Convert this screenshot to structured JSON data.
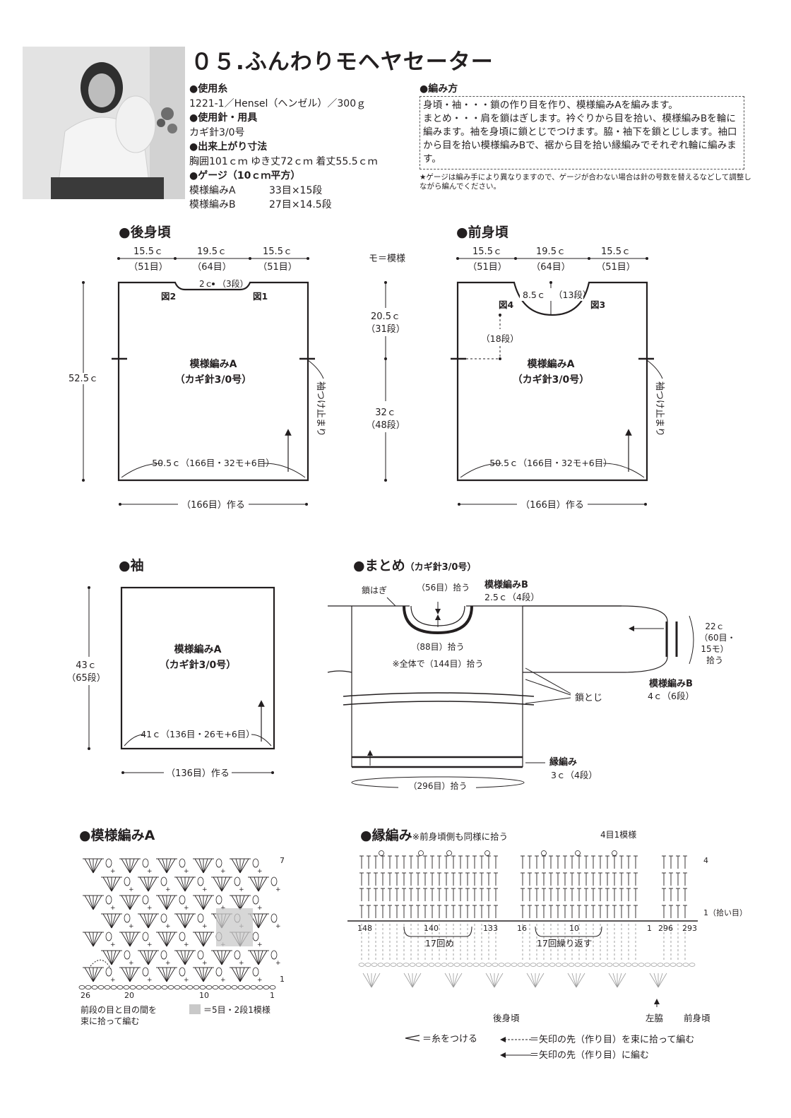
{
  "title": "０５.ふんわりモヘヤセーター",
  "photo": {
    "description": "model-photo"
  },
  "materials": {
    "yarn_heading": "●使用糸",
    "yarn": "1221-1／Hensel（ヘンゼル）／300ｇ",
    "tools_heading": "●使用針・用具",
    "tools": "カギ針3/0号",
    "size_heading": "●出来上がり寸法",
    "size": "胸囲101ｃｍ ゆき丈72ｃｍ 着丈55.5ｃｍ",
    "gauge_heading": "●ゲージ（10ｃｍ平方）",
    "gauge_a_label": "模様編みA",
    "gauge_a_value": "33目×15段",
    "gauge_b_label": "模様編みB",
    "gauge_b_value": "27目×14.5段"
  },
  "method": {
    "heading": "●編み方",
    "line1": "身頃・袖・・・鎖の作り目を作り、模様編みAを編みます。",
    "line2": "まとめ・・・肩を鎖はぎします。衿ぐりから目を拾い、模様編みBを輪に編みます。袖を身頃に鎖とじでつけます。脇・袖下を鎖とじします。袖口から目を拾い模様編みBで、裾から目を拾い縁編みでそれぞれ輪に編みます。",
    "note": "★ゲージは編み手により異なりますので、ゲージが合わない場合は針の号数を替えるなどして調整しながら編んでください。"
  },
  "back": {
    "heading": "●後身頃",
    "w1": "15.5ｃ",
    "w1s": "（51目）",
    "w2": "19.5ｃ",
    "w2s": "（64目）",
    "w3": "15.5ｃ",
    "w3s": "（51目）",
    "neck": "2ｃ",
    "neck_rows": "（3段）",
    "fig_left": "図2",
    "fig_right": "図1",
    "height": "52.5ｃ",
    "pattern": "模様編みA",
    "hook": "（カギ針3/0号）",
    "bottom": "50.5ｃ（166目・32モ+6目）",
    "cast": "（166目）作る",
    "sleeve_stop": "袖つけ止まり"
  },
  "middle": {
    "legend": "モ＝模様",
    "h1": "20.5ｃ",
    "h1s": "（31段）",
    "h2": "32ｃ",
    "h2s": "（48段）"
  },
  "front": {
    "heading": "●前身頃",
    "w1": "15.5ｃ",
    "w1s": "（51目）",
    "w2": "19.5ｃ",
    "w2s": "（64目）",
    "w3": "15.5ｃ",
    "w3s": "（51目）",
    "neck": "8.5ｃ",
    "neck_rows": "（13段）",
    "fig_left": "図4",
    "fig_right": "図3",
    "side_rows": "（18段）",
    "pattern": "模様編みA",
    "hook": "（カギ針3/0号）",
    "bottom": "50.5ｃ（166目・32モ+6目）",
    "cast": "（166目）作る",
    "sleeve_stop": "袖つけ止まり"
  },
  "sleeve": {
    "heading": "●袖",
    "height": "43ｃ",
    "height_rows": "（65段）",
    "pattern": "模様編みA",
    "hook": "（カギ針3/0号）",
    "bottom": "41ｃ（136目・26モ+6目）",
    "cast": "（136目）作る"
  },
  "assembly": {
    "heading": "●まとめ",
    "hook": "（カギ針3/0号）",
    "chain_join": "鎖はぎ",
    "pick56": "（56目）拾う",
    "pattern_b": "模様編みB",
    "neck_b": "2.5ｃ（4段）",
    "pick88": "（88目）拾う",
    "total": "※全体で（144目）拾う",
    "cuff": "22ｃ",
    "cuff_s1": "（60目・",
    "cuff_s2": "15モ）",
    "cuff_s3": "拾う",
    "cuff_pattern": "模様編みB",
    "cuff_len": "4ｃ（6段）",
    "chain_close": "鎖とじ",
    "edge": "縁編み",
    "edge_len": "3ｃ（4段）",
    "pick296": "（296目）拾う"
  },
  "patternA": {
    "heading": "●模様編みA",
    "row_top": "7",
    "row_bottom": "1",
    "col26": "26",
    "col20": "20",
    "col10": "10",
    "col1": "1",
    "note1": "前段の目と目の間を",
    "note2": "束に拾って編む",
    "repeat": "＝5目・2段1模様"
  },
  "edging": {
    "heading": "●縁編み",
    "note": "※前身頃側も同様に拾う",
    "motif": "4目1模様",
    "row4": "4",
    "row1": "1（拾い目）",
    "n148": "148",
    "n140": "140",
    "n133": "133",
    "n16": "16",
    "n10": "10",
    "n1": "1",
    "n296": "296",
    "n293": "293",
    "rep17a": "17回め",
    "rep17b": "17回繰り返す",
    "back_label": "後身頃",
    "side_label": "左脇",
    "front_label": "前身頃"
  },
  "legend": {
    "attach": "＝糸をつける",
    "bundle": "＝矢印の先（作り目）を束に拾って編む",
    "into": "＝矢印の先（作り目）に編む"
  }
}
